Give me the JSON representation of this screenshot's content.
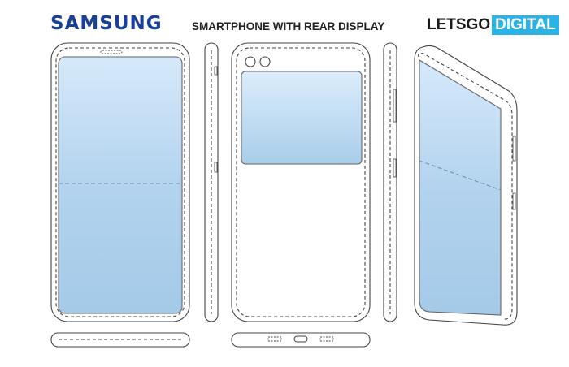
{
  "header": {
    "logo_text": "SAMSUNG",
    "title": "SMARTPHONE WITH REAR DISPLAY",
    "brand_part_1": "LETSGO",
    "brand_part_2": "DIGITAL"
  },
  "colors": {
    "samsung_blue": "#1a3f9a",
    "brand_cyan": "#2bb3e8",
    "screen_light": "#d9ebfb",
    "screen_mid": "#a9cde9",
    "line": "#4a4a4a"
  }
}
